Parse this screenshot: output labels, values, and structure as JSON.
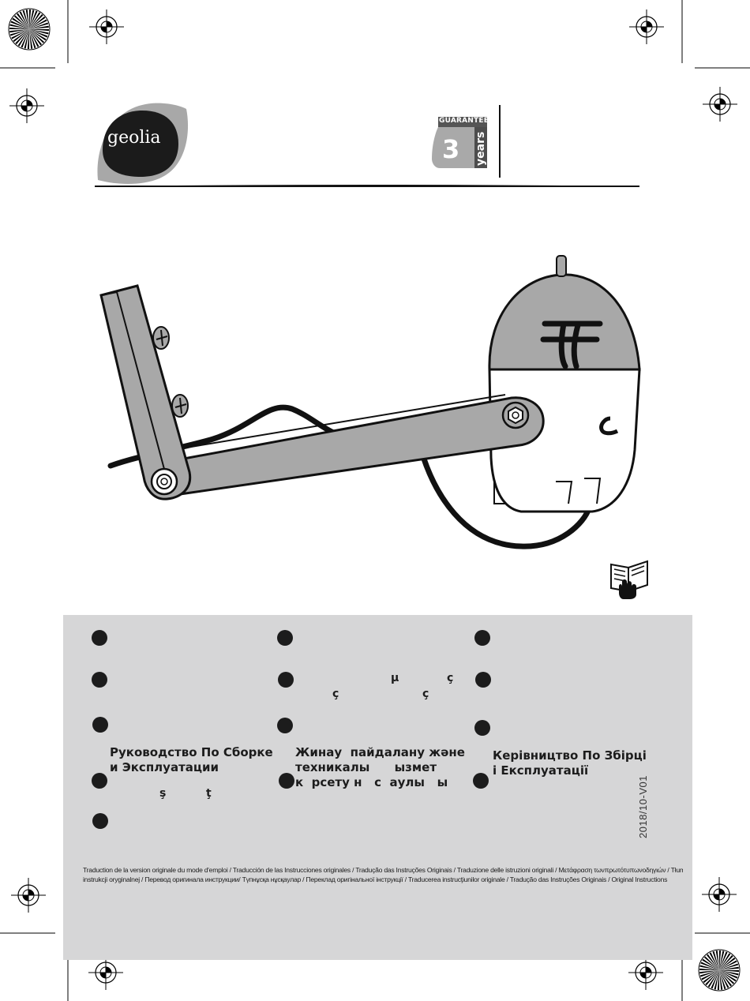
{
  "brand": {
    "logo_text": "geolia"
  },
  "guarantee": {
    "label": "GUARANTEE",
    "number": "3",
    "unit": "years"
  },
  "languages": {
    "ru": [
      "Руководство По Сборке",
      "и Эксплуатации"
    ],
    "kz": [
      "Жинау  пайдалану және",
      "техникалы      ызмет",
      "к  рсету н   с  аулы   ы"
    ],
    "uk": [
      "Керівництво По Збірці",
      "і Експлуатації"
    ],
    "fragments": {
      "mu": "μ",
      "c1": "ç",
      "c2": "ç",
      "c3": "ç",
      "s": "ş",
      "t": "ţ"
    }
  },
  "document_code": "2018/10-V01",
  "translation_notice": {
    "line1": "Traduction de la version originale du mode d'emploi / Traducción de las Instrucciones originales / Tradução das Instruções Originais / Traduzione delle istruzioni originali  / Μετάφραση τωνπρωτότυπωνοδηγιών / Tłumaczenie",
    "line2": "instrukcji oryginalnej / Перевод оригинала инструкции/ Түпнұсқа нұсқаулар / Переклад оригінальної інструкції / Traducerea instrucţiunilor originale / Tradução das Instruções Originais /  Original Instructions"
  },
  "icons": [
    "registration-mark-icon",
    "color-calibration-wheel-icon",
    "read-manual-icon",
    "product-illustration"
  ]
}
